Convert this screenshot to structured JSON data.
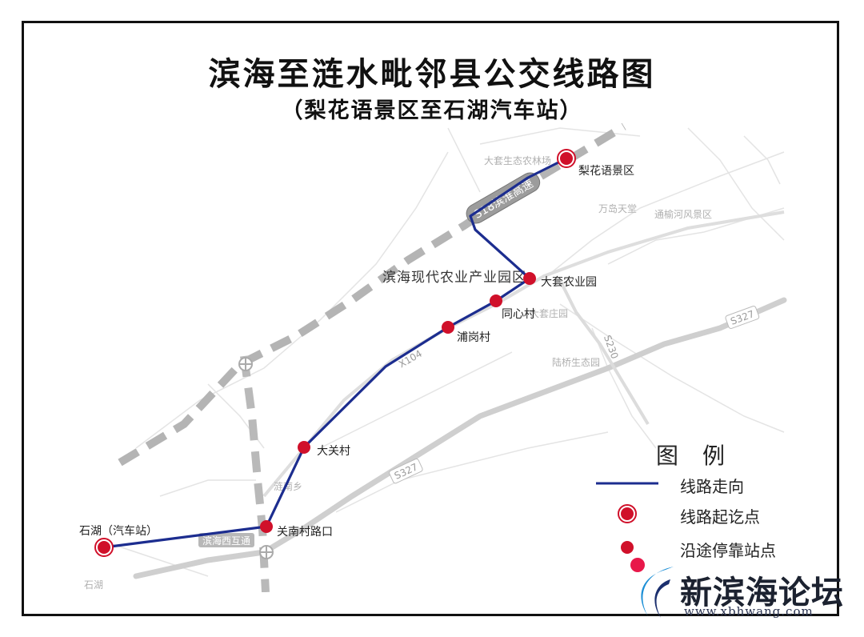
{
  "title": "滨海至涟水毗邻县公交线路图",
  "subtitle": "（梨花语景区至石湖汽车站）",
  "stations": [
    {
      "name": "梨花语景区",
      "type": "terminal"
    },
    {
      "name": "大套农业园",
      "type": "stop"
    },
    {
      "name": "同心村",
      "type": "stop"
    },
    {
      "name": "浦岗村",
      "type": "stop"
    },
    {
      "name": "大关村",
      "type": "stop"
    },
    {
      "name": "关南村路口",
      "type": "stop"
    },
    {
      "name": "石湖（汽车站）",
      "type": "terminal"
    }
  ],
  "map_labels": {
    "park": "滨海现代农业产业园区",
    "expressway": "S18滨淮高速",
    "road_s327_east": "S327",
    "road_s327_west": "S327",
    "road_s230": "S230",
    "road_x104": "X104",
    "interchange": "滨海西互通",
    "bg_dtsl": "大套生态农林场",
    "bg_wdtd": "万岛天堂",
    "bg_tydh": "通榆河风景区",
    "bg_dtzy": "大套庄园",
    "bg_lytd": "陆桥生态园",
    "bg_lnx": "涟南乡",
    "bg_sh": "石湖"
  },
  "legend": {
    "title": "图例",
    "route": "线路走向",
    "terminal": "线路起讫点",
    "stop": "沿途停靠站点"
  },
  "watermark": {
    "text": "新滨海论坛",
    "url": "www.xbhwang.com"
  },
  "colors": {
    "route": "#1c2d8f",
    "station": "#d0102a",
    "expressway": "#b4b4b4",
    "road": "#d6d6d6"
  }
}
